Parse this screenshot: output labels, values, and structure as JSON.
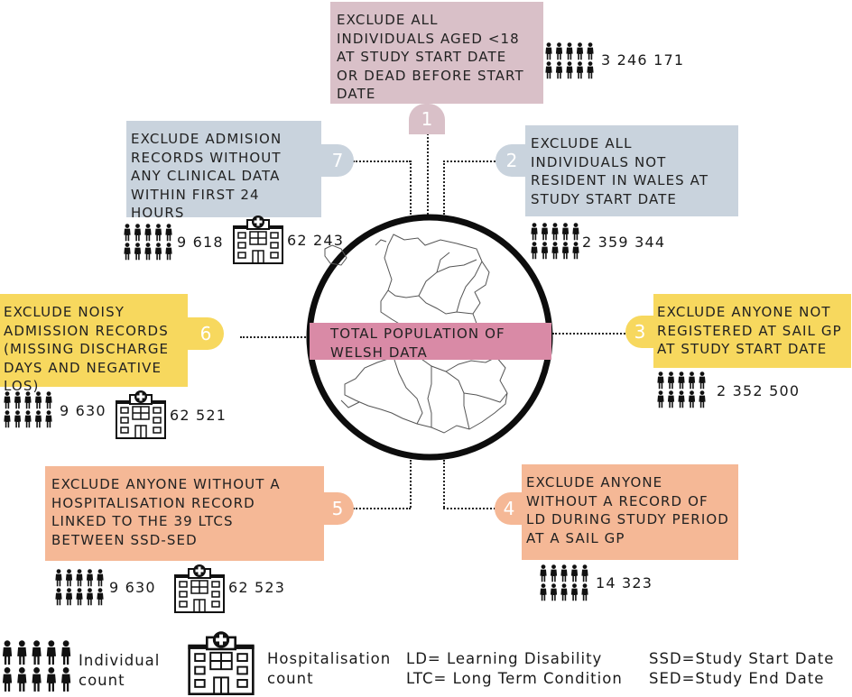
{
  "colors": {
    "step1": "#d9c0c8",
    "step1_badge": "#d9c0c8",
    "step2": "#c9d3dd",
    "step3": "#f7d85e",
    "step4": "#f5b896",
    "center_band": "#d98aa6"
  },
  "center": {
    "label": "TOTAL POPULATION OF\nWELSH DATA"
  },
  "steps": [
    {
      "number": "1",
      "text": "EXCLUDE ALL\nINDIVIDUALS AGED <18\nAT STUDY START DATE\nOR DEAD BEFORE START\nDATE",
      "individuals": "3 246 171"
    },
    {
      "number": "2",
      "text": "EXCLUDE ALL\nINDIVIDUALS NOT\nRESIDENT IN WALES AT\nSTUDY START DATE",
      "individuals": "2 359 344"
    },
    {
      "number": "3",
      "text": "EXCLUDE ANYONE NOT\nREGISTERED AT SAIL GP\nAT  STUDY START DATE",
      "individuals": "2 352 500"
    },
    {
      "number": "4",
      "text": "EXCLUDE ANYONE\nWITHOUT A RECORD OF\nLD DURING STUDY PERIOD\nAT A SAIL GP",
      "individuals": "14 323"
    },
    {
      "number": "5",
      "text": "EXCLUDE ANYONE WITHOUT A\nHOSPITALISATION RECORD\nLINKED TO THE 39 LTCS\nBETWEEN SSD-SED",
      "individuals": "9 630",
      "hospitalisations": "62 523"
    },
    {
      "number": "6",
      "text": "EXCLUDE NOISY\nADMISSION RECORDS\n(MISSING DISCHARGE\nDAYS AND NEGATIVE\nLOS)",
      "individuals": "9 630",
      "hospitalisations": "62 521"
    },
    {
      "number": "7",
      "text": "EXCLUDE ADMISION\nRECORDS WITHOUT\nANY CLINICAL DATA\nWITHIN FIRST 24\nHOURS",
      "individuals": "9 618",
      "hospitalisations": "62 243"
    }
  ],
  "legend": {
    "individual": "Individual\ncount",
    "hospitalisation": "Hospitalisation\ncount",
    "ld": "LD= Learning Disability",
    "ltc": "LTC= Long Term Condition",
    "ssd": "SSD=Study Start Date",
    "sed": "SED=Study End Date"
  },
  "icons": [
    "people-icon",
    "hospital-icon",
    "wales-map"
  ]
}
